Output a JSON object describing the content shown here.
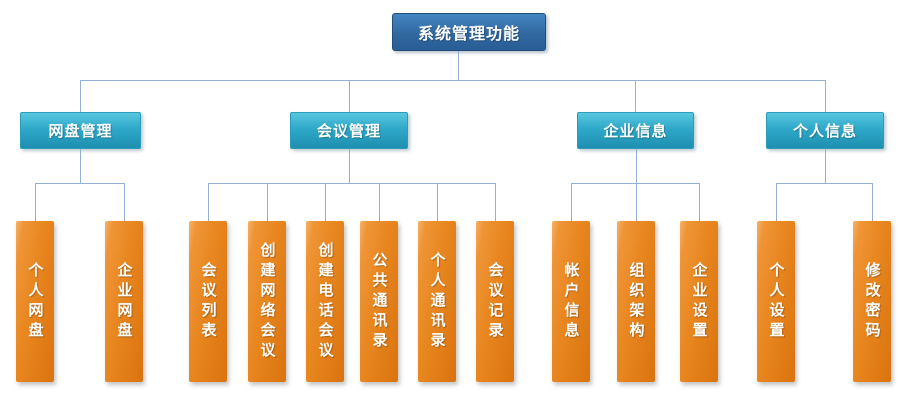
{
  "diagram": {
    "title": "系统管理功能",
    "colors": {
      "root_box_blue": "#31699f",
      "branch_box_teal": "#2ea9c9",
      "leaf_box_orange": "#e8861f",
      "connector_blue": "#93afd5",
      "text": "#ffffff",
      "background": "#ffffff"
    },
    "root": {
      "label": "系统管理功能"
    },
    "branches": [
      {
        "label": "网盘管理",
        "children": [
          "个人网盘",
          "企业网盘"
        ]
      },
      {
        "label": "会议管理",
        "children": [
          "会议列表",
          "创建网络会议",
          "创建电话会议",
          "公共通讯录",
          "个人通讯录",
          "会议记录"
        ]
      },
      {
        "label": "企业信息",
        "children": [
          "帐户信息",
          "组织架构",
          "企业设置"
        ]
      },
      {
        "label": "个人信息",
        "children": [
          "个人设置",
          "修改密码"
        ]
      }
    ]
  }
}
